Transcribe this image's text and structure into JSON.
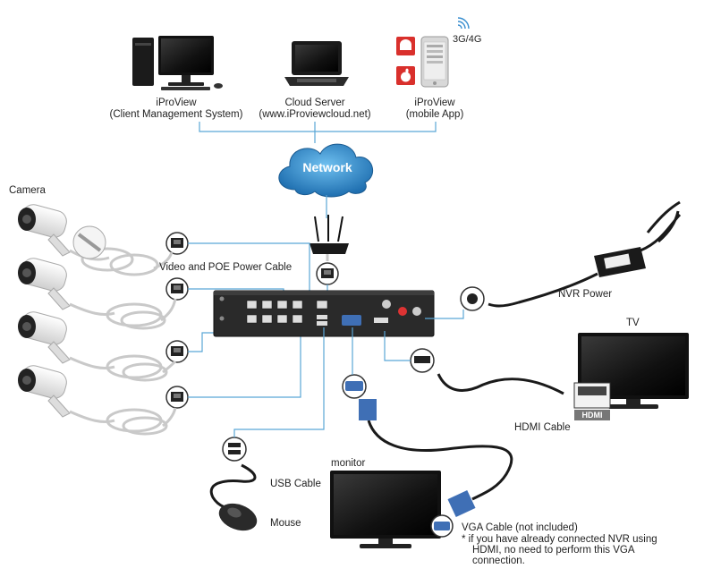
{
  "labels": {
    "iproview_client_title": "iProView",
    "iproview_client_sub": "(Client Management System)",
    "cloud_title": "Cloud Server",
    "cloud_sub": "(www.iProviewcloud.net)",
    "iproview_mobile_title": "iProView",
    "iproview_mobile_sub": "(mobile App)",
    "mobile_network": "3G/4G",
    "network": "Network",
    "camera": "Camera",
    "video_poe": "Video and POE Power Cable",
    "nvr_power": "NVR Power",
    "tv": "TV",
    "hdmi_cable": "HDMI Cable",
    "hdmi_badge": "HDMI",
    "usb_cable": "USB Cable",
    "mouse": "Mouse",
    "monitor": "monitor",
    "vga_cable": "VGA Cable (not included)",
    "vga_note_1": "*  if you have already connected NVR using",
    "vga_note_2": "HDMI, no need to perform this VGA",
    "vga_note_3": "connection."
  },
  "colors": {
    "wire": "#5aa6d6",
    "cloud": "#2e86c8",
    "nvr_body": "#2a2a2a",
    "android": "#d9302c",
    "apple": "#d9302c"
  },
  "icons": [
    "desktop-pc-icon",
    "laptop-icon",
    "smartphone-icon",
    "android-icon",
    "apple-icon",
    "wifi-icon",
    "cloud-icon",
    "router-icon",
    "camera-icon",
    "ethernet-port-icon",
    "power-plug-icon",
    "power-adapter-icon",
    "nvr-icon",
    "tv-icon",
    "monitor-icon",
    "hdmi-connector-icon",
    "vga-connector-icon",
    "usb-port-icon",
    "mouse-icon"
  ]
}
